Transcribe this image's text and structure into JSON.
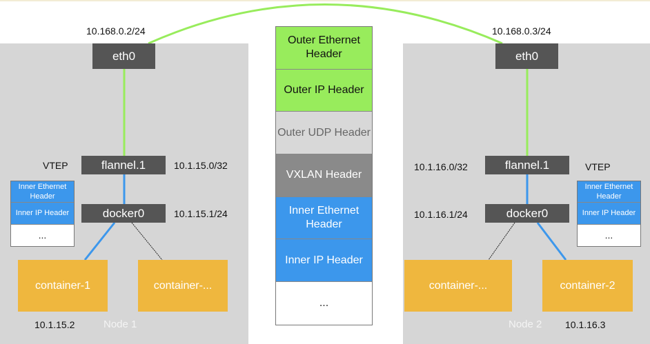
{
  "node1": {
    "name": "Node 1",
    "eth0": {
      "label": "eth0",
      "ip": "10.168.0.2/24"
    },
    "flannel": {
      "label": "flannel.1",
      "ip": "10.1.15.0/32",
      "role": "VTEP"
    },
    "docker0": {
      "label": "docker0",
      "ip": "10.1.15.1/24"
    },
    "containers": [
      {
        "label": "container-1",
        "ip": "10.1.15.2"
      },
      {
        "label": "container-..."
      }
    ],
    "packet": [
      "Inner Ethernet Header",
      "Inner IP Header",
      "..."
    ]
  },
  "node2": {
    "name": "Node 2",
    "eth0": {
      "label": "eth0",
      "ip": "10.168.0.3/24"
    },
    "flannel": {
      "label": "flannel.1",
      "ip": "10.1.16.0/32",
      "role": "VTEP"
    },
    "docker0": {
      "label": "docker0",
      "ip": "10.1.16.1/24"
    },
    "containers": [
      {
        "label": "container-..."
      },
      {
        "label": "container-2",
        "ip": "10.1.16.3"
      }
    ],
    "packet": [
      "Inner Ethernet Header",
      "Inner IP Header",
      "..."
    ]
  },
  "frame": [
    "Outer Ethernet Header",
    "Outer IP Header",
    "Outer UDP Header",
    "VXLAN Header",
    "Inner Ethernet Header",
    "Inner IP Header",
    "..."
  ],
  "colors": {
    "green": "#98ec5c",
    "blue": "#3c97ec",
    "device": "#555555",
    "container": "#efb73e",
    "node": "#d6d6d6"
  }
}
